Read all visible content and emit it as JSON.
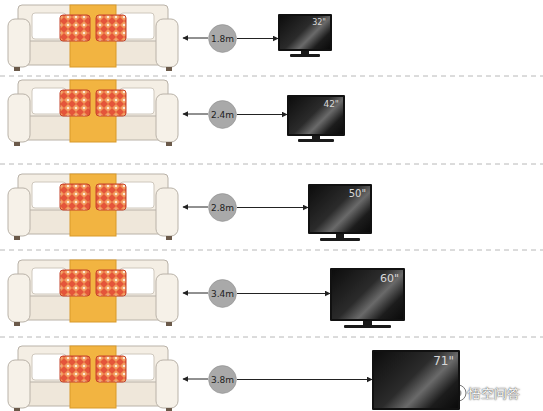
{
  "diagram": {
    "nodes": [
      {
        "text": [
          "1.8m"
        ]
      },
      {
        "text": [
          "32\""
        ]
      },
      {
        "text": [
          "2.4m"
        ]
      },
      {
        "text": [
          "42\""
        ]
      },
      {
        "text": [
          "2.8m"
        ]
      },
      {
        "text": [
          "50\""
        ]
      },
      {
        "text": [
          "3.4m"
        ]
      },
      {
        "text": [
          "60\""
        ]
      },
      {
        "text": [
          "3.8m"
        ]
      },
      {
        "text": [
          "71\""
        ]
      }
    ],
    "edges": [
      {
        "from": 0,
        "to": 1,
        "arrow": "to"
      },
      {
        "from": 2,
        "to": 3,
        "arrow": "to"
      },
      {
        "from": 4,
        "to": 5,
        "arrow": "to"
      },
      {
        "from": 6,
        "to": 7,
        "arrow": "to"
      },
      {
        "from": 8,
        "to": 9,
        "arrow": "to"
      }
    ],
    "labels": [
      "悟空问答"
    ]
  }
}
